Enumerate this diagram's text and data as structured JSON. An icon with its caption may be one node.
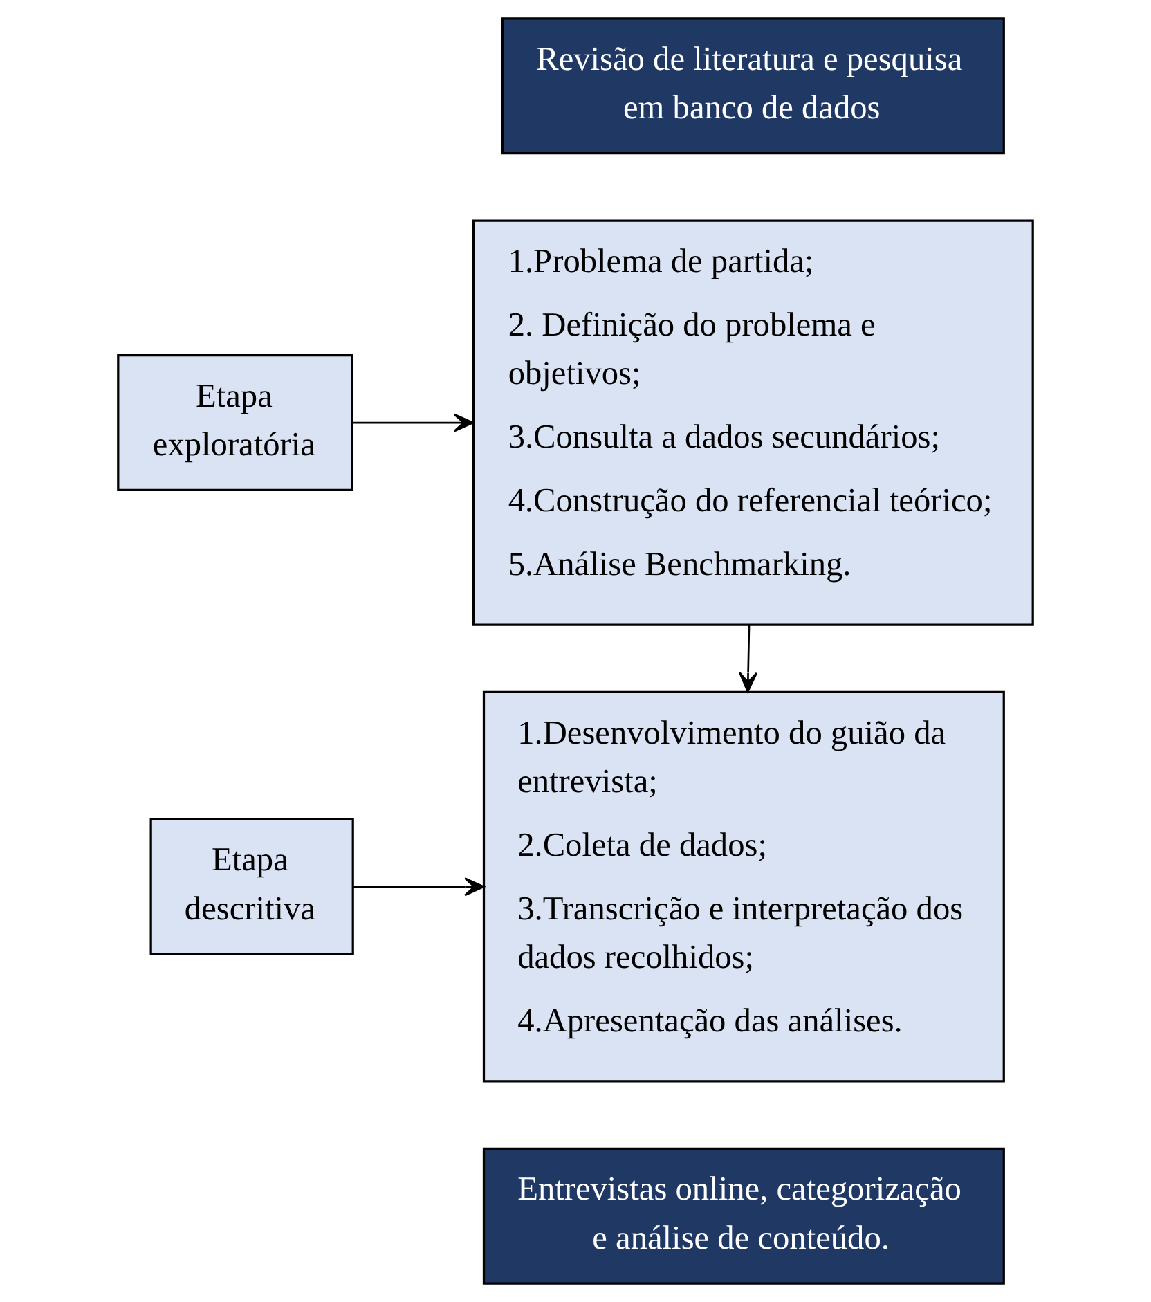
{
  "diagram": {
    "nodes": [
      {
        "text": [
          "Revisão de literatura e pesquisa em banco de dados"
        ]
      },
      {
        "text": [
          "1.Problema de partida;",
          "2. Definição do problema e objetivos;",
          "3.Consulta a dados secundários;",
          "4.Construção do referencial teórico;",
          "5.Análise Benchmarking."
        ]
      },
      {
        "text": [
          "Etapa exploratória"
        ]
      },
      {
        "text": [
          "1.Desenvolvimento do guião da entrevista;",
          "2.Coleta de dados;",
          "3.Transcrição e interpretação dos dados recolhidos;",
          "4.Apresentação das análises."
        ]
      },
      {
        "text": [
          "Etapa descritiva"
        ]
      },
      {
        "text": [
          "Entrevistas online, categorização e análise de conteúdo."
        ]
      }
    ],
    "edges": [
      {
        "from": 2,
        "to": 1,
        "arrow": "to"
      },
      {
        "from": 1,
        "to": 3,
        "arrow": "to"
      },
      {
        "from": 4,
        "to": 3,
        "arrow": "to"
      }
    ]
  }
}
